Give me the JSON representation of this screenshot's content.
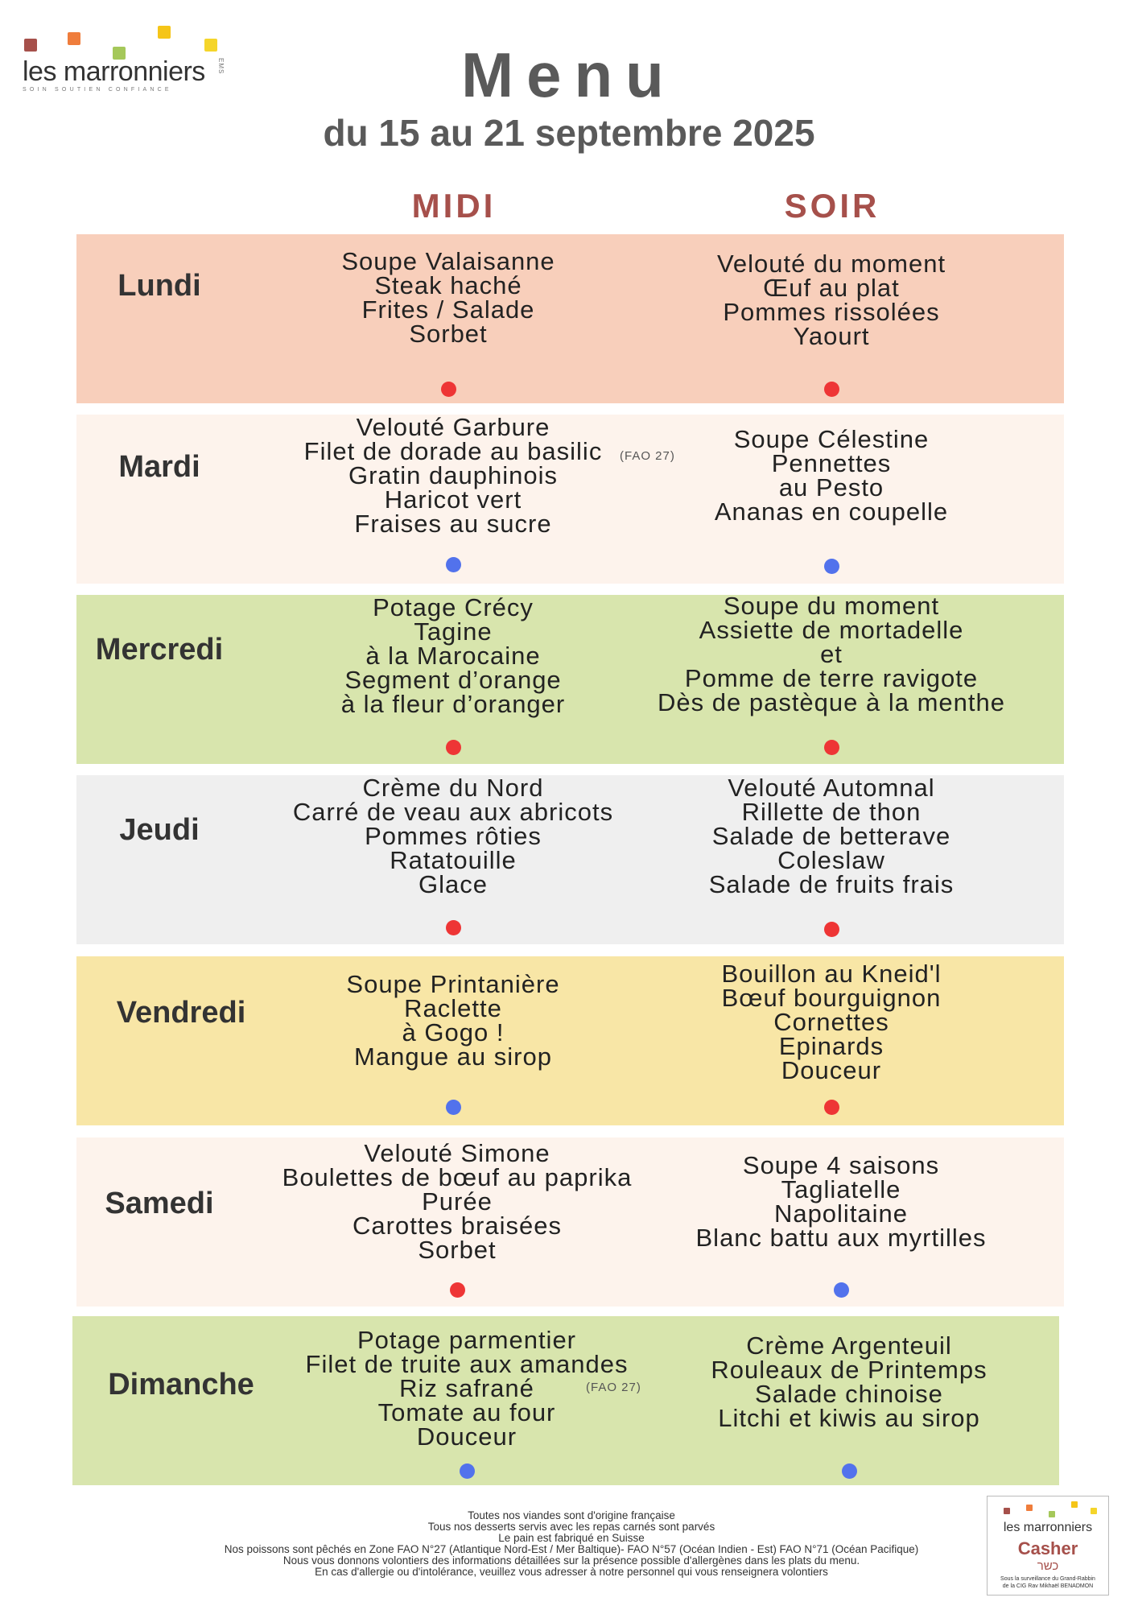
{
  "logo": {
    "brand": "les marronniers",
    "ems": "EMS",
    "tagline": "SOIN SOUTIEN CONFIANCE",
    "colors": [
      "#a6504b",
      "#ef7d3c",
      "#a5c85a",
      "#f5c518",
      "#f5d52a"
    ]
  },
  "header": {
    "title": "Menu",
    "subtitle": "du 15 au 21 septembre 2025"
  },
  "columns": {
    "midi": "MIDI",
    "soir": "SOIR"
  },
  "dot_colors": {
    "red": "#ee3535",
    "blue": "#5272ec"
  },
  "days": [
    {
      "name": "Lundi",
      "bg": "#f8cfbb",
      "midi": [
        "Soupe Valaisanne",
        "Steak haché",
        "Frites / Salade",
        "Sorbet"
      ],
      "midi_dot": "red",
      "soir": [
        "Velouté du moment",
        "Œuf au plat",
        "Pommes rissolées",
        "Yaourt"
      ],
      "soir_dot": "red"
    },
    {
      "name": "Mardi",
      "bg": "#fdf3ec",
      "midi": [
        "Velouté Garbure",
        "Filet de dorade au basilic",
        "Gratin dauphinois",
        "Haricot vert",
        "Fraises au sucre"
      ],
      "midi_dot": "blue",
      "midi_fao": "(FAO  27)",
      "soir": [
        "Soupe Célestine",
        "Pennettes",
        "au Pesto",
        "Ananas en coupelle"
      ],
      "soir_dot": "blue"
    },
    {
      "name": "Mercredi",
      "bg": "#d8e5ad",
      "midi": [
        "Potage Crécy",
        "Tagine",
        "à la Marocaine",
        "Segment d’orange",
        "à la fleur d’oranger"
      ],
      "midi_dot": "red",
      "soir": [
        "Soupe du moment",
        "Assiette de mortadelle",
        "et",
        "Pomme de terre ravigote",
        "Dès de pastèque à la menthe"
      ],
      "soir_dot": "red"
    },
    {
      "name": "Jeudi",
      "bg": "#efefef",
      "midi": [
        "Crème du Nord",
        "Carré de veau aux abricots",
        "Pommes rôties",
        "Ratatouille",
        "Glace"
      ],
      "midi_dot": "red",
      "soir": [
        "Velouté Automnal",
        "Rillette de thon",
        "Salade de betterave",
        "Coleslaw",
        "Salade de fruits frais"
      ],
      "soir_dot": "red"
    },
    {
      "name": "Vendredi",
      "bg": "#f8e6a6",
      "midi": [
        "Soupe Printanière",
        "Raclette",
        "à Gogo !",
        "Mangue au sirop"
      ],
      "midi_dot": "blue",
      "soir": [
        "Bouillon au Kneid'l",
        "Bœuf bourguignon",
        "Cornettes",
        "Epinards",
        "Douceur"
      ],
      "soir_dot": "red"
    },
    {
      "name": "Samedi",
      "bg": "#fdf3ec",
      "midi": [
        "Velouté Simone",
        "Boulettes de bœuf au paprika",
        "Purée",
        "Carottes braisées",
        "Sorbet"
      ],
      "midi_dot": "red",
      "soir": [
        "Soupe 4 saisons",
        "Tagliatelle",
        "Napolitaine",
        "Blanc battu aux myrtilles"
      ],
      "soir_dot": "blue"
    },
    {
      "name": "Dimanche",
      "bg": "#d8e5ad",
      "midi": [
        "Potage parmentier",
        "Filet de truite aux amandes",
        "Riz safrané",
        "Tomate au four",
        "Douceur"
      ],
      "midi_dot": "blue",
      "midi_fao": "(FAO  27)",
      "soir": [
        "Crème Argenteuil",
        "Rouleaux de Printemps",
        "Salade chinoise",
        "Litchi et kiwis au sirop"
      ],
      "soir_dot": "blue"
    }
  ],
  "notes": [
    "Toutes nos viandes sont d'origine française",
    "Tous nos desserts servis avec les repas carnés sont parvés",
    "Le pain est fabriqué en Suisse",
    "Nos poissons sont pêchés en Zone FAO N°27 (Atlantique Nord-Est / Mer Baltique)- FAO N°57 (Océan Indien - Est) FAO N°71 (Océan Pacifique)",
    "Nous vous donnons volontiers des informations détaillées sur la présence possible d'allergènes dans les plats du menu.",
    "En cas d'allergie ou d'intolérance, veuillez vous adresser à notre personnel qui vous renseignera volontiers"
  ],
  "casher": {
    "brand": "les marronniers",
    "word": "Casher",
    "hebrew": "כשר",
    "line1": "Sous la surveillance du Grand-Rabbin",
    "line2": "de la CIG Rav Mikhaël BENADMON"
  }
}
